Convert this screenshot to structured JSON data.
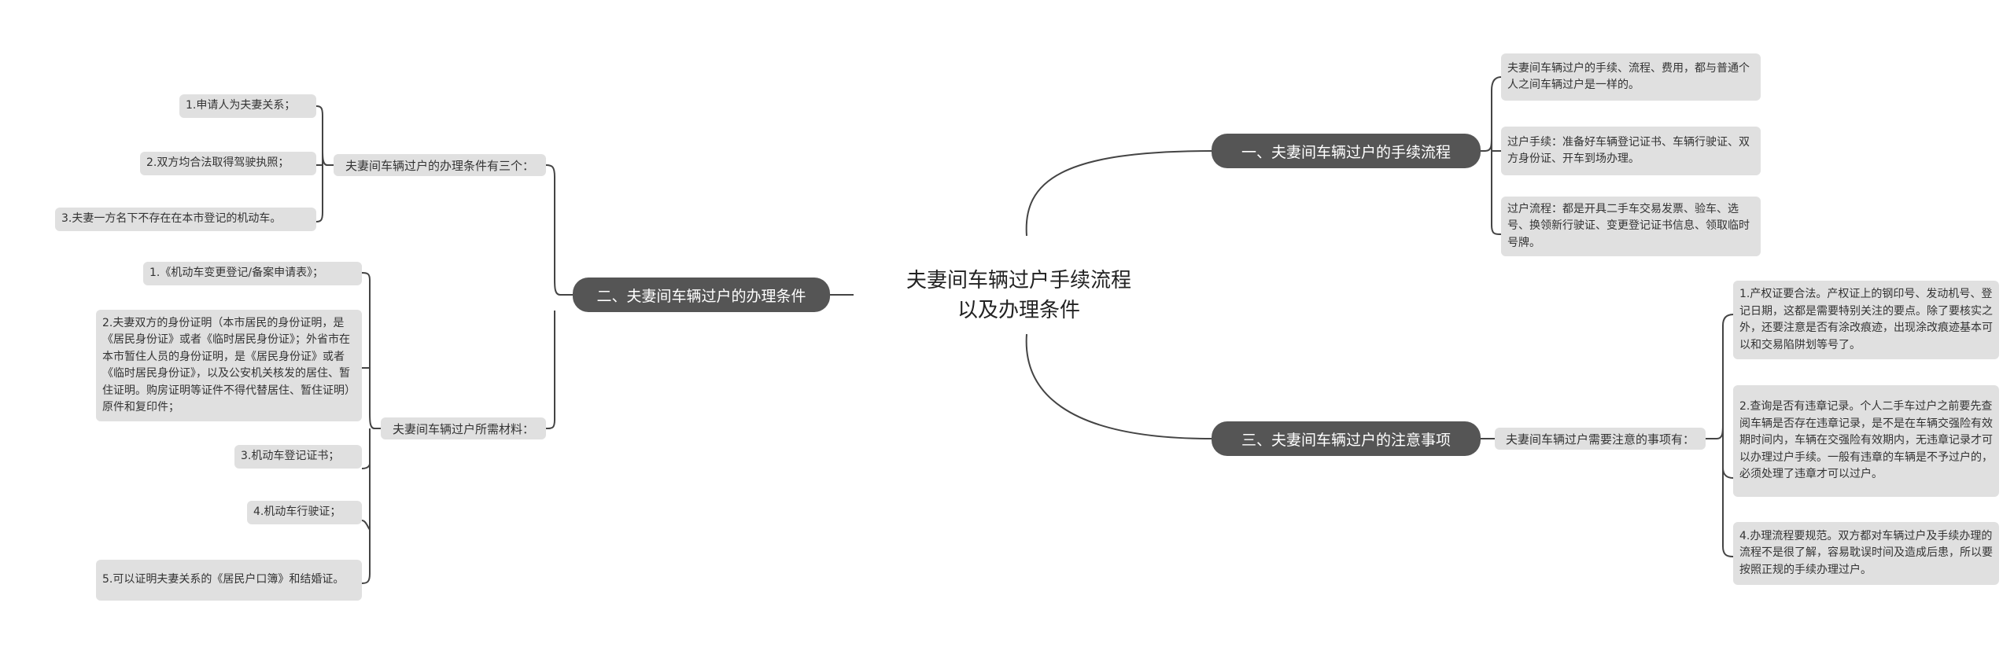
{
  "center": {
    "line1": "夫妻间车辆过户手续流程",
    "line2": "以及办理条件"
  },
  "branches": [
    {
      "label": "一、夫妻间车辆过户的手续流程",
      "leaves": [
        "夫妻间车辆过户的手续、流程、费用，都与普通个人之间车辆过户是一样的。",
        "过户手续：准备好车辆登记证书、车辆行驶证、双方身份证、开车到场办理。",
        "过户流程：都是开具二手车交易发票、验车、选号、换领新行驶证、变更登记证书信息、领取临时号牌。"
      ]
    },
    {
      "label": "二、夫妻间车辆过户的办理条件",
      "groups": [
        {
          "label": "夫妻间车辆过户的办理条件有三个：",
          "leaves": [
            "1.申请人为夫妻关系；",
            "2.双方均合法取得驾驶执照；",
            "3.夫妻一方名下不存在在本市登记的机动车。"
          ]
        },
        {
          "label": "夫妻间车辆过户所需材料：",
          "leaves": [
            "1.《机动车变更登记/备案申请表》；",
            "2.夫妻双方的身份证明（本市居民的身份证明，是《居民身份证》或者《临时居民身份证》；外省市在本市暂住人员的身份证明，是《居民身份证》或者《临时居民身份证》，以及公安机关核发的居住、暂住证明。购房证明等证件不得代替居住、暂住证明）原件和复印件；",
            "3.机动车登记证书；",
            "4.机动车行驶证；",
            "5.可以证明夫妻关系的《居民户口簿》和结婚证。"
          ]
        }
      ]
    },
    {
      "label": "三、夫妻间车辆过户的注意事项",
      "groups": [
        {
          "label": "夫妻间车辆过户需要注意的事项有：",
          "leaves": [
            "1.产权证要合法。产权证上的钢印号、发动机号、登记日期，这都是需要特别关注的要点。除了要核实之外，还要注意是否有涂改痕迹，出现涂改痕迹基本可以和交易陷阱划等号了。",
            "2.查询是否有违章记录。个人二手车过户之前要先查阅车辆是否存在违章记录，是不是在车辆交强险有效期时间内，车辆在交强险有效期内，无违章记录才可以办理过户手续。一般有违章的车辆是不予过户的，必须处理了违章才可以过户。",
            "4.办理流程要规范。双方都对车辆过户及手续办理的流程不是很了解，容易耽误时间及造成后患，所以要按照正规的手续办理过户。"
          ]
        }
      ]
    }
  ]
}
